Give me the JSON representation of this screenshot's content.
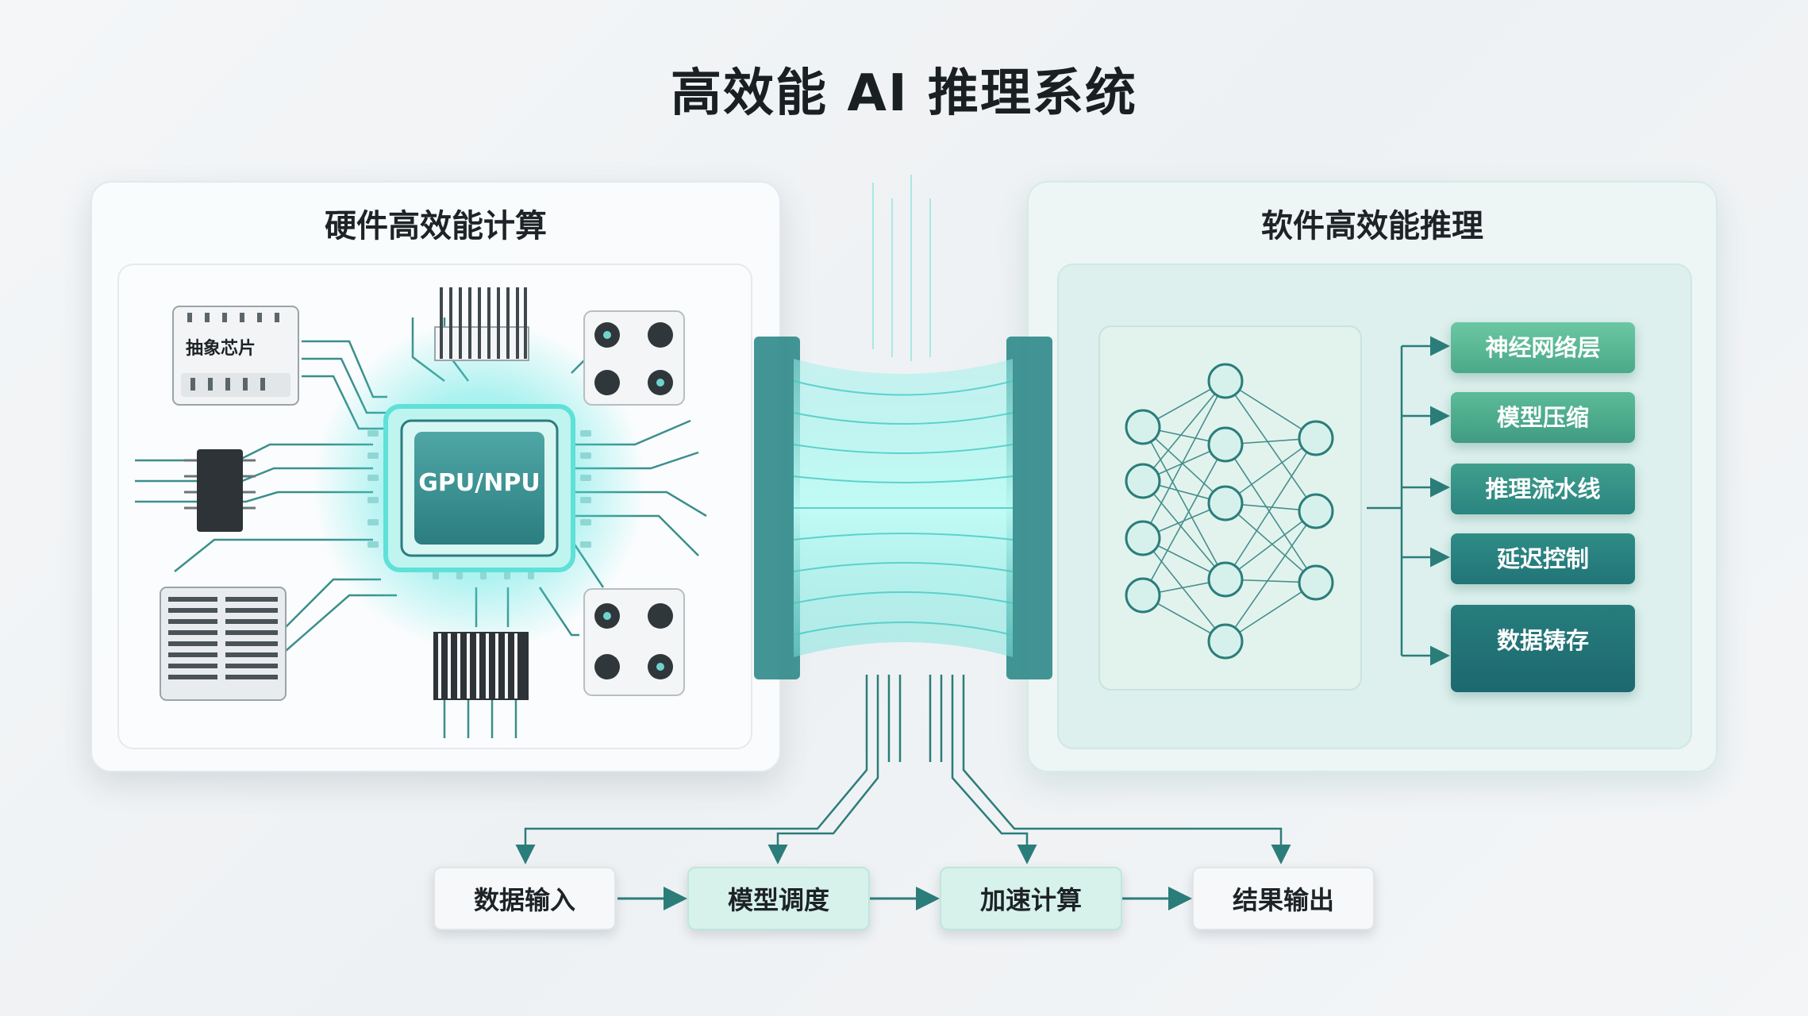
{
  "title": "高效能 AI 推理系统",
  "hardware": {
    "title": "硬件高效能计算",
    "chip_label": "GPU/NPU",
    "module_label": "抽象芯片"
  },
  "software": {
    "title": "软件高效能推理",
    "modules": [
      "神经网络层",
      "模型压缩",
      "推理流水线",
      "延迟控制",
      "数据铸存"
    ]
  },
  "pipeline": {
    "stages": [
      "数据输入",
      "模型调度",
      "加速计算",
      "结果输出"
    ]
  },
  "colors": {
    "teal_light": "#5cb99a",
    "teal_mid": "#3c9a8c",
    "teal_dark": "#1e6e74",
    "cyan_glow": "#4ee6e0",
    "line": "#2b7d7a"
  }
}
